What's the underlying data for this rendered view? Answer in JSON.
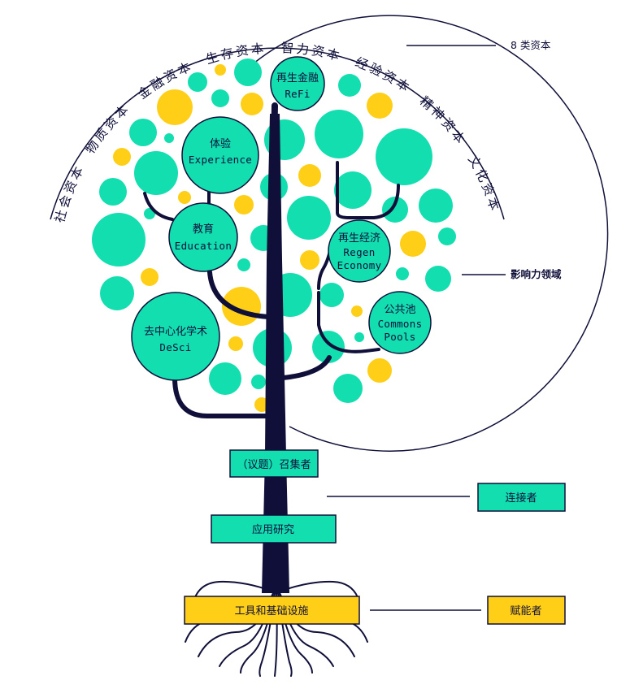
{
  "colors": {
    "navy": "#0f0f3a",
    "teal": "#12deb0",
    "yellow": "#ffcf17"
  },
  "capitals": {
    "count_label": "8 类资本",
    "items": [
      "社会资本",
      "物质资本",
      "金融资本",
      "生存资本",
      "智力资本",
      "经验资本",
      "精神资本",
      "文化资本"
    ]
  },
  "influence_label": "影响力领域",
  "branches": {
    "refi": {
      "title": "再生金融",
      "sub": "ReFi"
    },
    "experience": {
      "title": "体验",
      "sub": "Experience"
    },
    "education": {
      "title": "教育",
      "sub": "Education"
    },
    "regen": {
      "title": "再生经济",
      "sub1": "Regen",
      "sub2": "Economy"
    },
    "desci": {
      "title": "去中心化学术",
      "sub": "DeSci"
    },
    "commons": {
      "title": "公共池",
      "sub1": "Commons",
      "sub2": "Pools"
    }
  },
  "trunk": {
    "convener": "（议题）召集者",
    "applied_research": "应用研究",
    "tools": "工具和基础设施"
  },
  "roles": {
    "connector": "连接者",
    "enabler": "赋能者"
  }
}
